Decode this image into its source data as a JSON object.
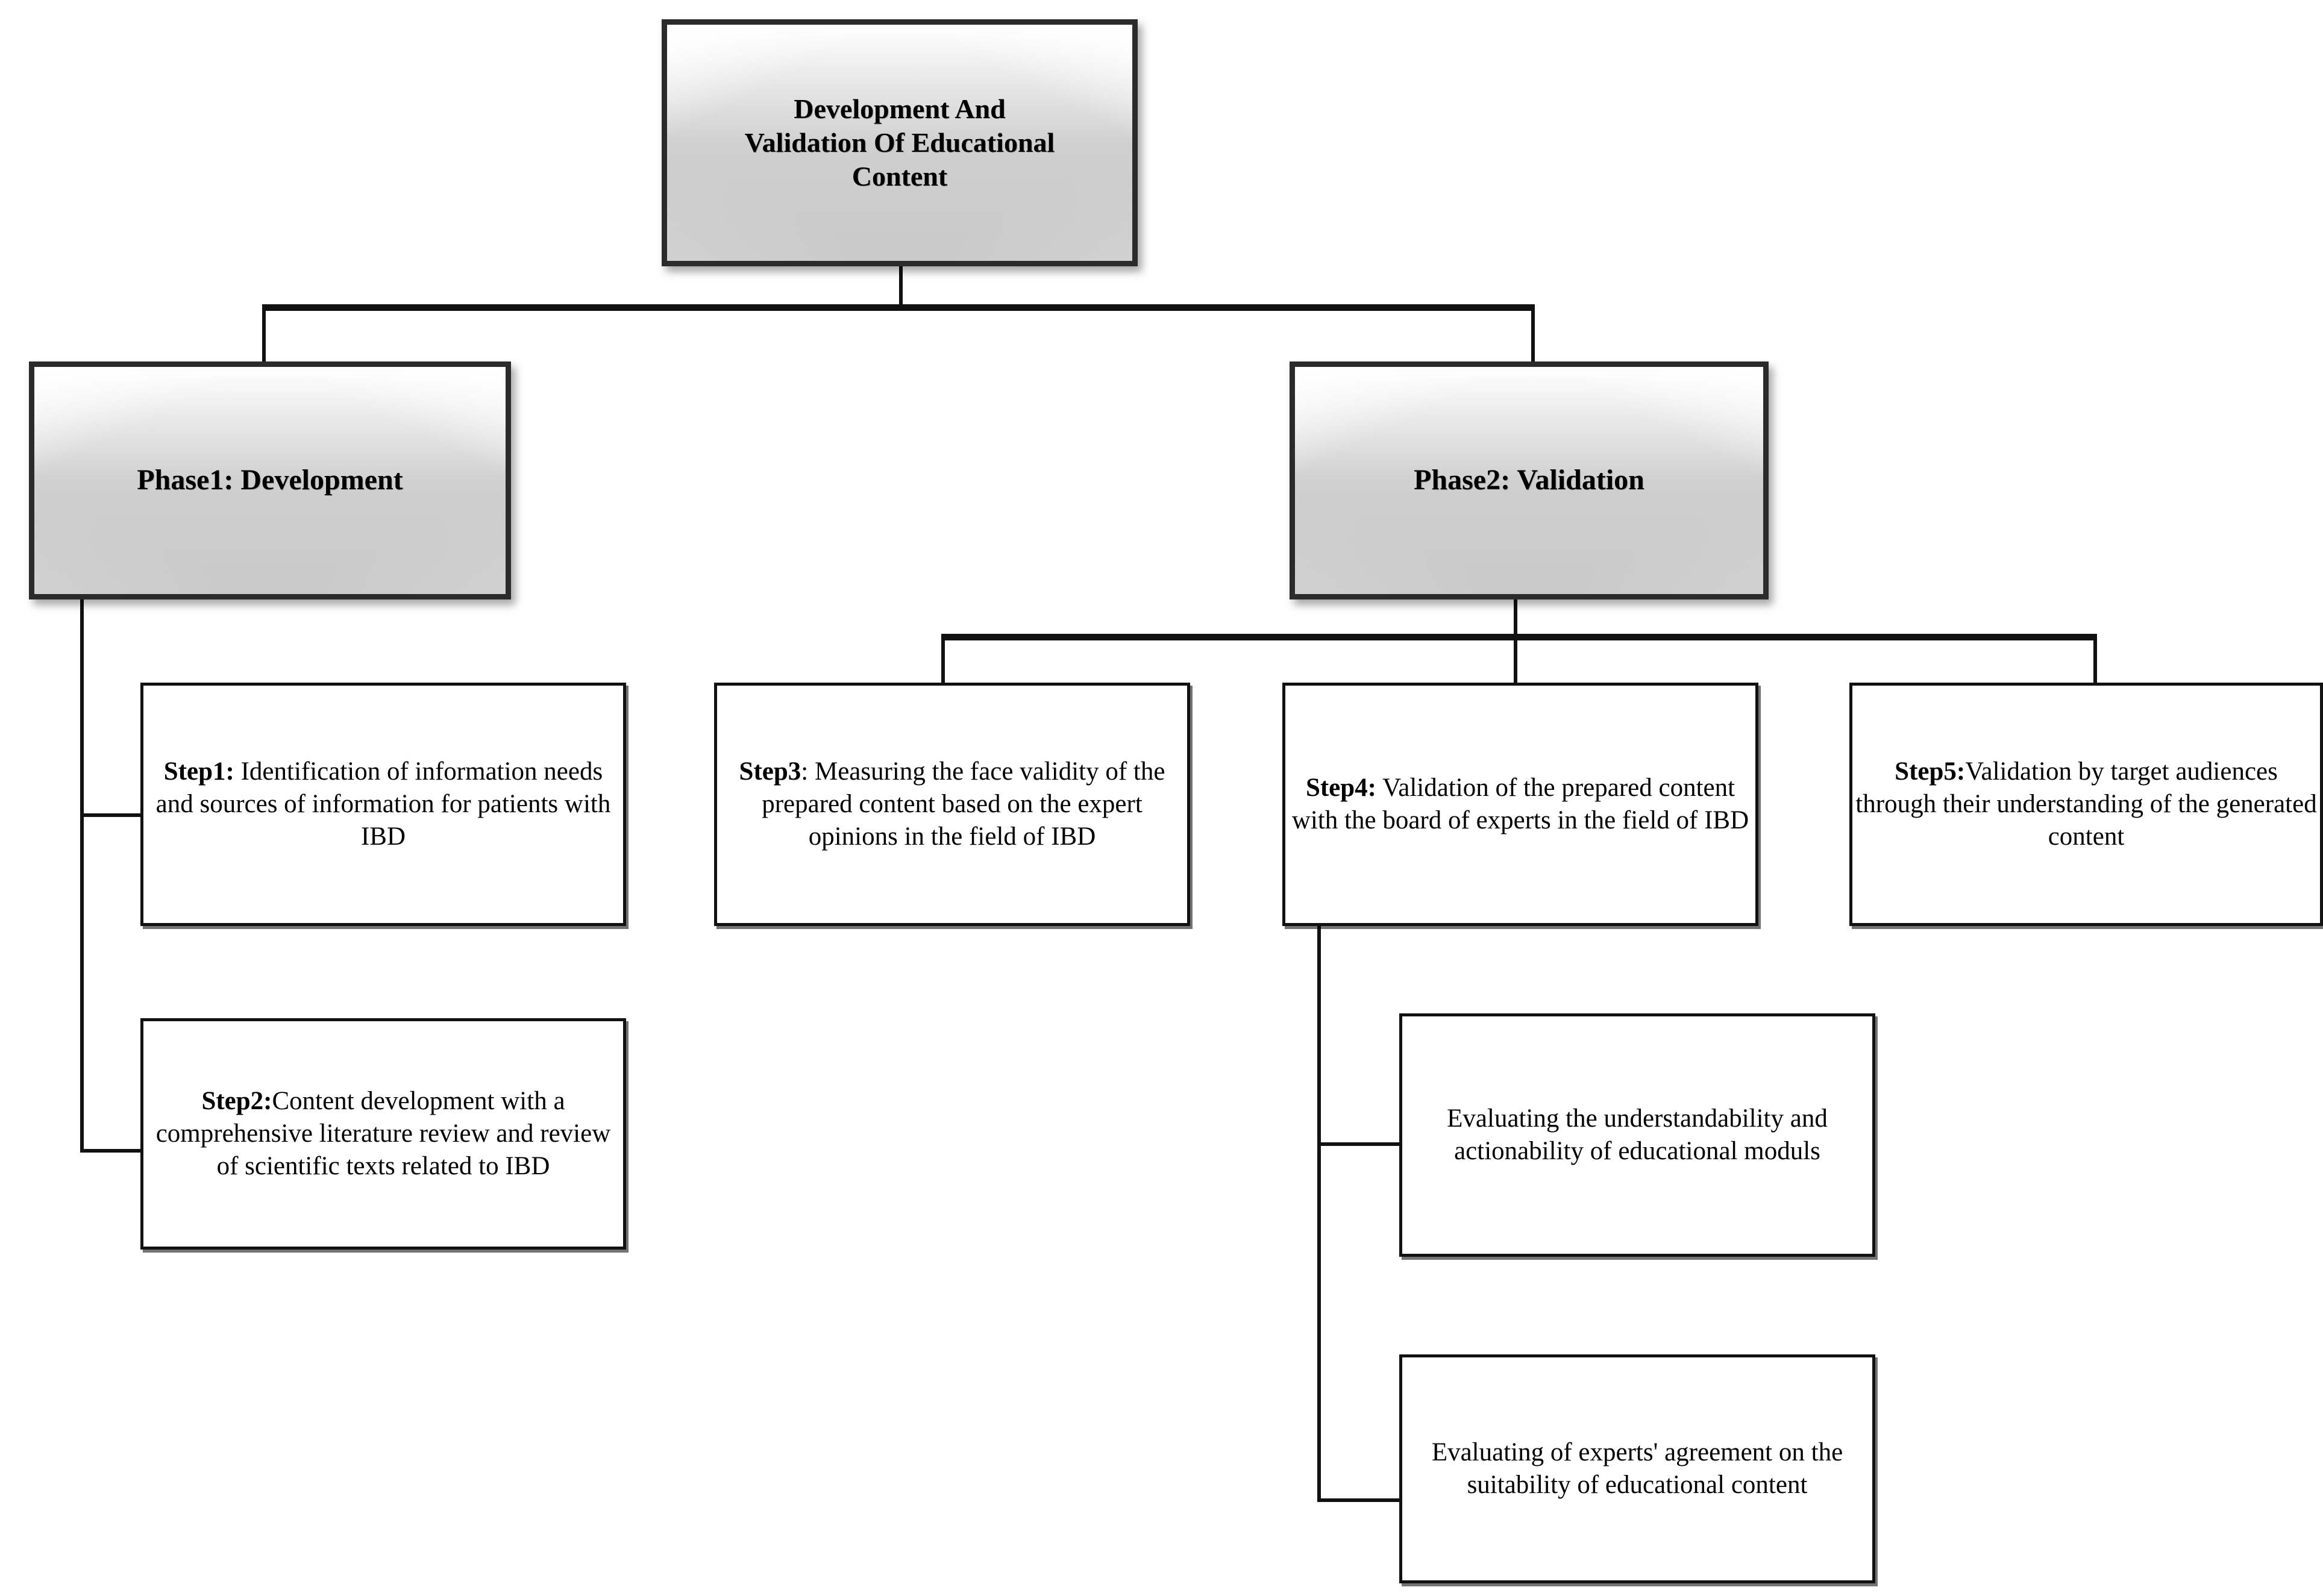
{
  "diagram": {
    "type": "flowchart",
    "orientation": "top-down",
    "root": {
      "id": "root",
      "label": "Development And Validation Of Educational Content",
      "line1": "Development And",
      "line2": "Validation Of Educational",
      "line3": "Content"
    },
    "phases": [
      {
        "id": "phase1",
        "label": "Phase1: Development"
      },
      {
        "id": "phase2",
        "label": "Phase2: Validation"
      }
    ],
    "steps": [
      {
        "id": "step1",
        "prefix": "Step1:",
        "body": " Identification of information needs and sources of information for patients with IBD",
        "parent": "phase1"
      },
      {
        "id": "step2",
        "prefix": "Step2:",
        "body": "Content development with a comprehensive literature review and review of scientific texts related to IBD",
        "parent": "phase1"
      },
      {
        "id": "step3",
        "prefix": "Step3",
        "body": ": Measuring the face validity of the prepared content based on the expert opinions in the field of IBD",
        "parent": "phase2"
      },
      {
        "id": "step4",
        "prefix": "Step4:",
        "body": " Validation of the prepared content with the board of experts in the field of IBD",
        "parent": "phase2"
      },
      {
        "id": "step5",
        "prefix": "Step5:",
        "body": "Validation by target audiences through their understanding of the generated content",
        "parent": "phase2"
      }
    ],
    "substeps": [
      {
        "id": "sub1",
        "label": "Evaluating the understandability and actionability of educational moduls",
        "parent": "step4"
      },
      {
        "id": "sub2",
        "label": "Evaluating of experts' agreement on the suitability of educational content",
        "parent": "step4"
      }
    ],
    "colors": {
      "line": "#111111",
      "box_border": "#2b2b2b",
      "box_fill_light": "#ffffff",
      "box_fill_dark": "#c9c9c9",
      "text": "#000000",
      "background": "#ffffff"
    }
  }
}
